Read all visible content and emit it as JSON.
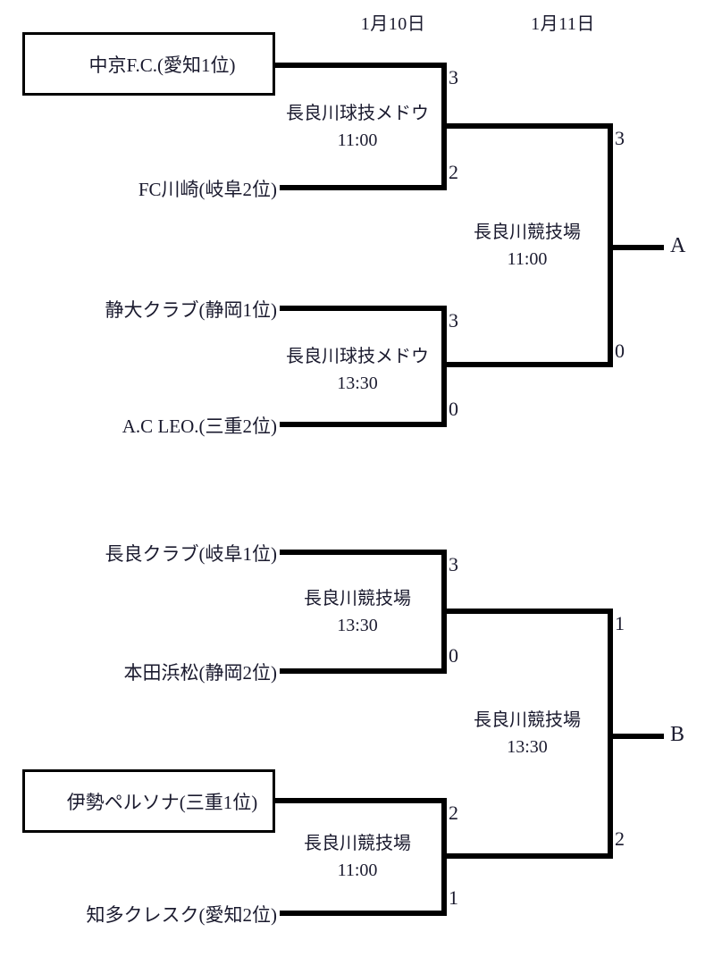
{
  "header": {
    "dates": [
      {
        "label": "1月10日"
      },
      {
        "label": "1月11日"
      }
    ]
  },
  "bracket": {
    "teams": {
      "chukyo_fc": "中京F.C.(愛知1位)",
      "fc_kawasaki": "FC川崎(岐阜2位)",
      "shizudai_club": "静大クラブ(静岡1位)",
      "ac_leo": "A.C LEO.(三重2位)",
      "nagara_club": "長良クラブ(岐阜1位)",
      "honda_hamamatsu": "本田浜松(静岡2位)",
      "ise_persona": "伊勢ペルソナ(三重1位)",
      "chita_cresc": "知多クレスク(愛知2位)"
    },
    "matches": {
      "a_semi_top": {
        "venue": "長良川球技メドウ",
        "time": "11:00",
        "score_top": "3",
        "score_bottom": "2"
      },
      "a_semi_bottom": {
        "venue": "長良川球技メドウ",
        "time": "13:30",
        "score_top": "3",
        "score_bottom": "0"
      },
      "a_final": {
        "venue": "長良川競技場",
        "time": "11:00",
        "score_top": "3",
        "score_bottom": "0"
      },
      "b_semi_top": {
        "venue": "長良川競技場",
        "time": "13:30",
        "score_top": "3",
        "score_bottom": "0"
      },
      "b_semi_bottom": {
        "venue": "長良川競技場",
        "time": "11:00",
        "score_top": "2",
        "score_bottom": "1"
      },
      "b_final": {
        "venue": "長良川競技場",
        "time": "13:30",
        "score_top": "1",
        "score_bottom": "2"
      }
    },
    "outputs": {
      "a": "A",
      "b": "B"
    }
  }
}
